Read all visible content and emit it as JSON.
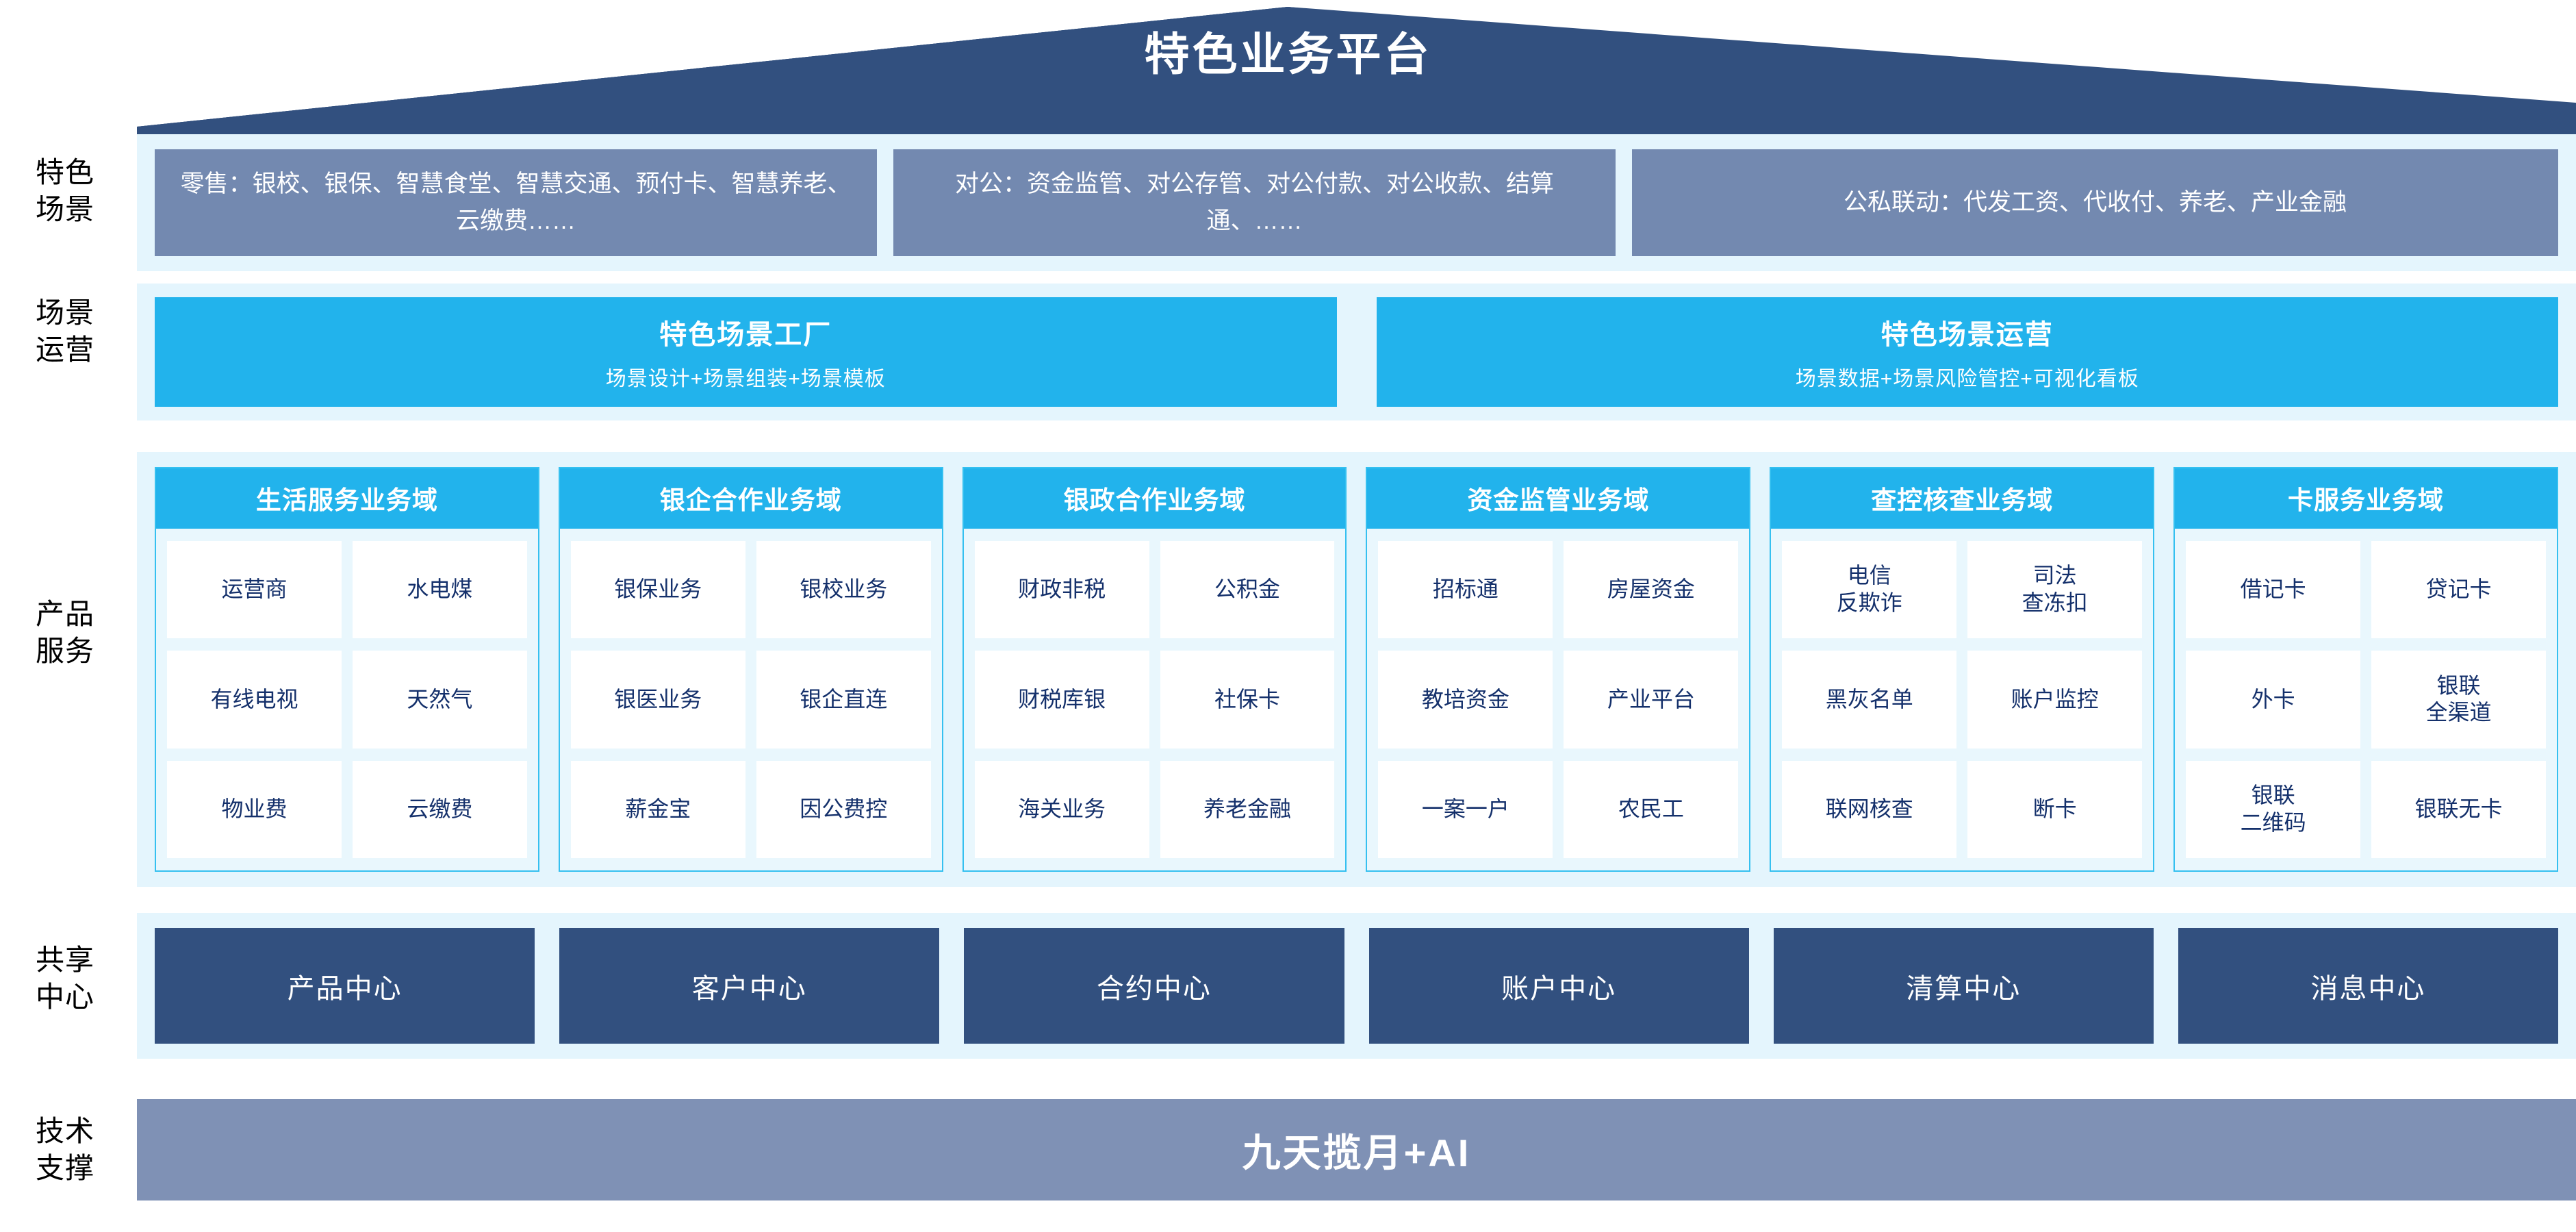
{
  "header": {
    "title": "特色业务平台"
  },
  "rows": {
    "scenario": {
      "label": "特色\n场景",
      "boxes": [
        "零售：银校、银保、智慧食堂、智慧交通、预付卡、智慧养老、云缴费……",
        "对公：资金监管、对公存管、对公付款、对公收款、结算通、……",
        "公私联动：代发工资、代收付、养老、产业金融"
      ]
    },
    "operations": {
      "label": "场景\n运营",
      "boxes": [
        {
          "title": "特色场景工厂",
          "subtitle": "场景设计+场景组装+场景模板"
        },
        {
          "title": "特色场景运营",
          "subtitle": "场景数据+场景风险管控+可视化看板"
        }
      ]
    },
    "products": {
      "label": "产品\n服务",
      "columns": [
        {
          "title": "生活服务业务域",
          "items": [
            "运营商",
            "水电煤",
            "有线电视",
            "天然气",
            "物业费",
            "云缴费"
          ]
        },
        {
          "title": "银企合作业务域",
          "items": [
            "银保业务",
            "银校业务",
            "银医业务",
            "银企直连",
            "薪金宝",
            "因公费控"
          ]
        },
        {
          "title": "银政合作业务域",
          "items": [
            "财政非税",
            "公积金",
            "财税库银",
            "社保卡",
            "海关业务",
            "养老金融"
          ]
        },
        {
          "title": "资金监管业务域",
          "items": [
            "招标通",
            "房屋资金",
            "教培资金",
            "产业平台",
            "一案一户",
            "农民工"
          ]
        },
        {
          "title": "查控核查业务域",
          "items": [
            "电信\n反欺诈",
            "司法\n查冻扣",
            "黑灰名单",
            "账户监控",
            "联网核查",
            "断卡"
          ]
        },
        {
          "title": "卡服务业务域",
          "items": [
            "借记卡",
            "贷记卡",
            "外卡",
            "银联\n全渠道",
            "银联\n二维码",
            "银联无卡"
          ]
        }
      ]
    },
    "shared": {
      "label": "共享\n中心",
      "boxes": [
        "产品中心",
        "客户中心",
        "合约中心",
        "账户中心",
        "清算中心",
        "消息中心"
      ]
    },
    "tech": {
      "label": "技术\n支撑",
      "bar": "九天揽月+AI"
    }
  },
  "colors": {
    "roof": "#32507f",
    "band": "#e4f5fd",
    "scenario_box": "#7389b0",
    "cyan": "#22b3ec",
    "cyan_border": "#35c0f0",
    "card_bg": "#e9f7fd",
    "cell_text": "#14306b",
    "shared_box": "#32507f",
    "tech_bar": "#7f91b5"
  }
}
